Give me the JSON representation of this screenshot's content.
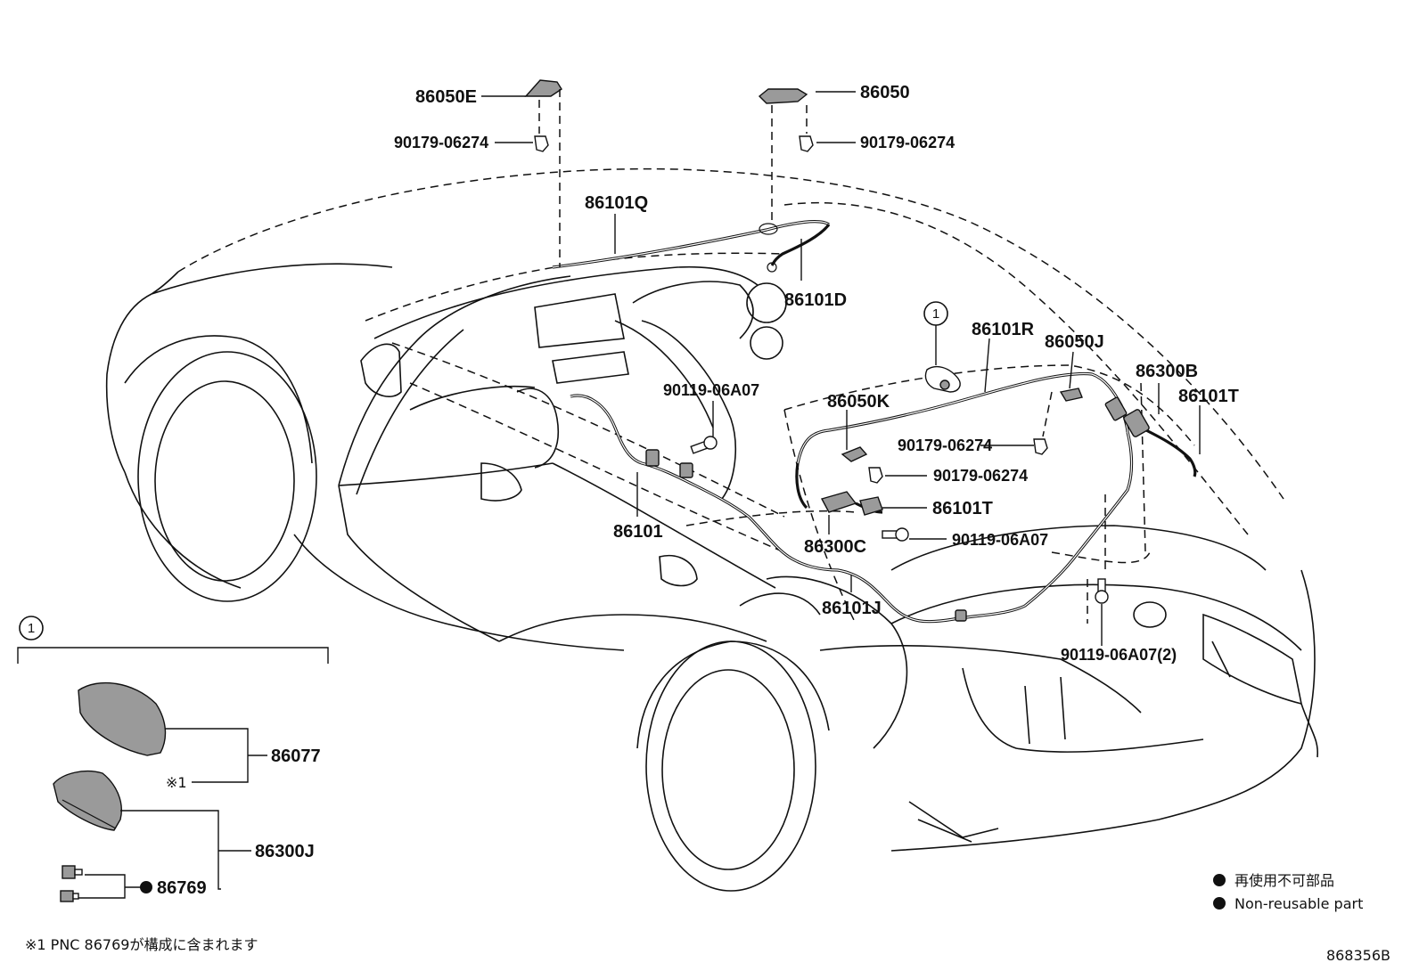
{
  "labels": {
    "p86050E": "86050E",
    "p86050": "86050",
    "p90179_a": "90179-06274",
    "p90179_b": "90179-06274",
    "p86101Q": "86101Q",
    "p86101D": "86101D",
    "p86101R": "86101R",
    "p86050J": "86050J",
    "p86300B": "86300B",
    "p86101T_a": "86101T",
    "p90119_a": "90119-06A07",
    "p86050K": "86050K",
    "p90179_c": "90179-06274",
    "p90179_d": "90179-06274",
    "p86101T_b": "86101T",
    "p86101": "86101",
    "p86300C": "86300C",
    "p90119_b": "90119-06A07",
    "p86101J": "86101J",
    "p90119_c": "90119-06A07(2)",
    "p86077": "86077",
    "p86300J": "86300J",
    "p86769": "86769"
  },
  "callout": {
    "marker": "1"
  },
  "inset": {
    "marker": "1",
    "note_mark": "※1"
  },
  "legend": {
    "jp": "再使用不可部品",
    "en": "Non-reusable part"
  },
  "footnote": "※1 PNC 86769が構成に含まれます",
  "diagram_id": "868356B"
}
